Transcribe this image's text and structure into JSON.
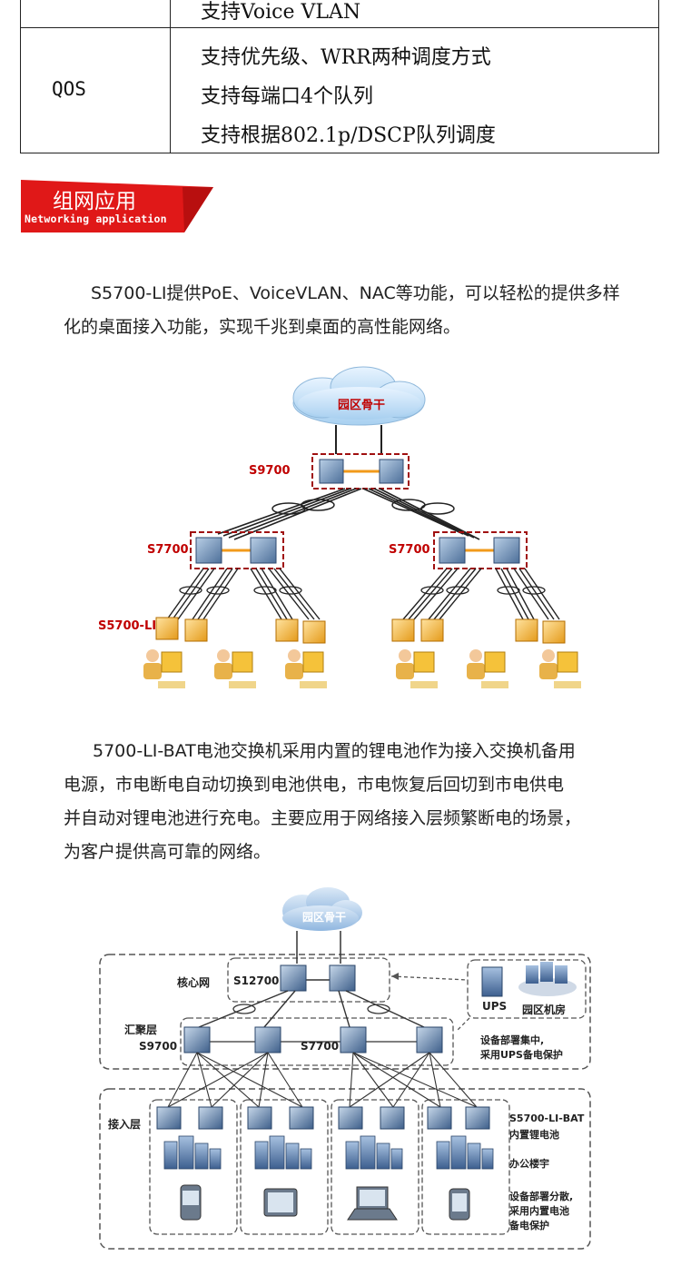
{
  "spec_table": {
    "top_row_text": "支持Voice VLAN",
    "qos_label": "QOS",
    "qos_features": [
      "支持优先级、WRR两种调度方式",
      "支持每端口4个队列",
      "支持根据802.1p/DSCP队列调度"
    ]
  },
  "section": {
    "title": "组网应用",
    "subtitle": "Networking application",
    "accent_color": "#e01818"
  },
  "paragraph1": {
    "lines": [
      "S5700-LI提供PoE、VoiceVLAN、NAC等功能，可以轻松的提供多样",
      "化的桌面接入功能，实现千兆到桌面的高性能网络。"
    ]
  },
  "diagram1": {
    "cloud_label": "园区骨干",
    "core_label": "S9700",
    "agg_left_label": "S7700",
    "agg_right_label": "S7700",
    "access_label": "S5700-LI"
  },
  "paragraph2": {
    "lines": [
      "5700-LI-BAT电池交换机采用内置的锂电池作为接入交换机备用",
      "电源，市电断电自动切换到电池供电，市电恢复后回切到市电供电",
      "并自动对锂电池进行充电。主要应用于网络接入层频繁断电的场景，",
      "为客户提供高可靠的网络。"
    ]
  },
  "diagram2": {
    "cloud_label": "园区骨干",
    "core_layer": "核心网",
    "core_device": "S12700",
    "agg_layer": "汇聚层",
    "agg_left_device": "S9700",
    "agg_right_device": "S7700",
    "access_layer": "接入层",
    "ups_label": "UPS",
    "datacenter_label": "园区机房",
    "agg_note_1": "设备部署集中,",
    "agg_note_2": "采用UPS备电保护",
    "bat_label_1": "S5700-LI-BAT",
    "bat_label_2": "内置锂电池",
    "office_label": "办公楼宇",
    "access_note_1": "设备部署分散,",
    "access_note_2": "采用内置电池",
    "access_note_3": "备电保护"
  }
}
